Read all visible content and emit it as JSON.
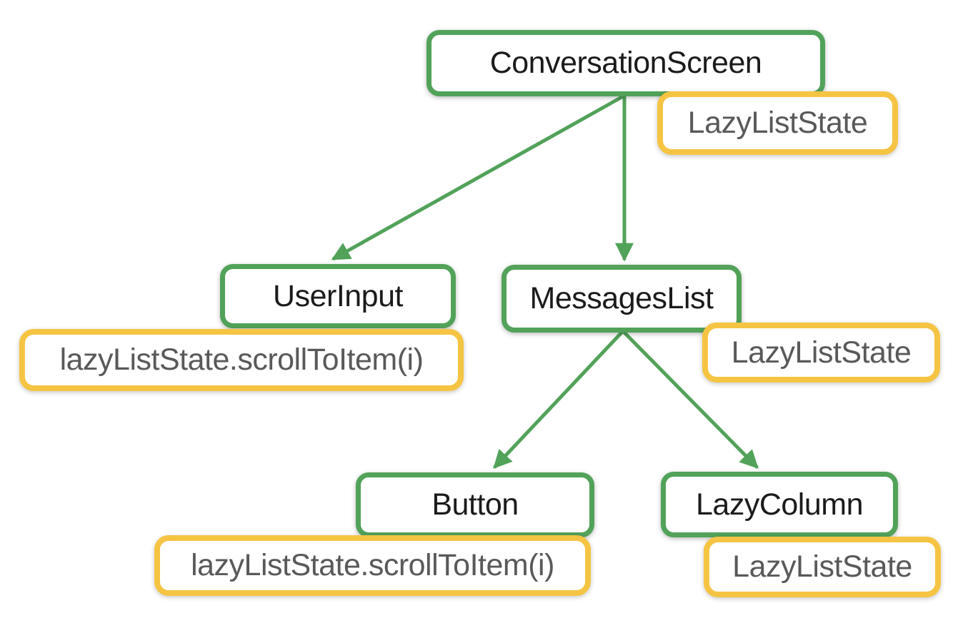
{
  "diagram": {
    "type": "tree",
    "description": "Composable hierarchy with hoisted LazyListState",
    "colors": {
      "composable_border": "#52A25A",
      "state_border": "#F5C443",
      "composable_text": "#1b1b1b",
      "state_text": "#595959",
      "box_fill": "#ffffff",
      "edge": "#52A25A",
      "background": "#ffffff"
    },
    "nodes": {
      "conversation_screen": {
        "label": "ConversationScreen",
        "kind": "composable"
      },
      "user_input": {
        "label": "UserInput",
        "kind": "composable"
      },
      "messages_list": {
        "label": "MessagesList",
        "kind": "composable"
      },
      "button": {
        "label": "Button",
        "kind": "composable"
      },
      "lazy_column": {
        "label": "LazyColumn",
        "kind": "composable"
      }
    },
    "badges": {
      "conversation_screen_state": {
        "label": "LazyListState",
        "attached_to": "ConversationScreen"
      },
      "user_input_call": {
        "label": "lazyListState.scrollToItem(i)",
        "attached_to": "UserInput"
      },
      "messages_list_state": {
        "label": "LazyListState",
        "attached_to": "MessagesList"
      },
      "button_call": {
        "label": "lazyListState.scrollToItem(i)",
        "attached_to": "Button"
      },
      "lazy_column_state": {
        "label": "LazyListState",
        "attached_to": "LazyColumn"
      }
    },
    "edges": [
      {
        "from": "ConversationScreen",
        "to": "UserInput"
      },
      {
        "from": "ConversationScreen",
        "to": "MessagesList"
      },
      {
        "from": "MessagesList",
        "to": "Button"
      },
      {
        "from": "MessagesList",
        "to": "LazyColumn"
      }
    ]
  }
}
